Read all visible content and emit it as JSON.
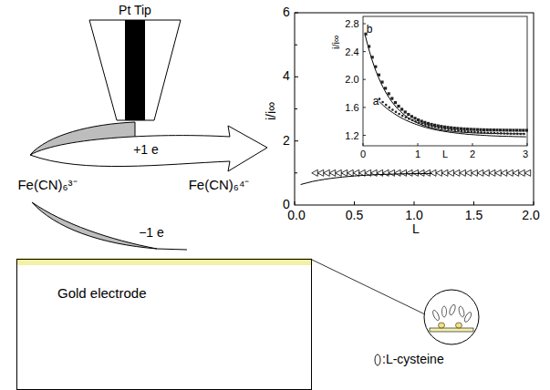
{
  "diagram": {
    "nodes": [
      {
        "text": [
          "Pt Tip"
        ]
      },
      {
        "text": [
          "Gold electrode"
        ]
      }
    ],
    "labels": [
      "+1 e",
      "−1 e",
      "Fe(CN)₆³⁻",
      "Fe(CN)₆⁴⁻",
      "0",
      "2",
      "4",
      "6",
      "0.0",
      "0.5",
      "1.0",
      "1.5",
      "2.0",
      "L",
      "i/i∞",
      "2.8",
      "2.4",
      "2.0",
      "1.6",
      "1.2",
      "0",
      "1",
      "L",
      "2",
      "3",
      "i/i∞",
      "a",
      "b"
    ],
    "legend": [
      {
        "text": ":L-cysteine"
      }
    ]
  }
}
